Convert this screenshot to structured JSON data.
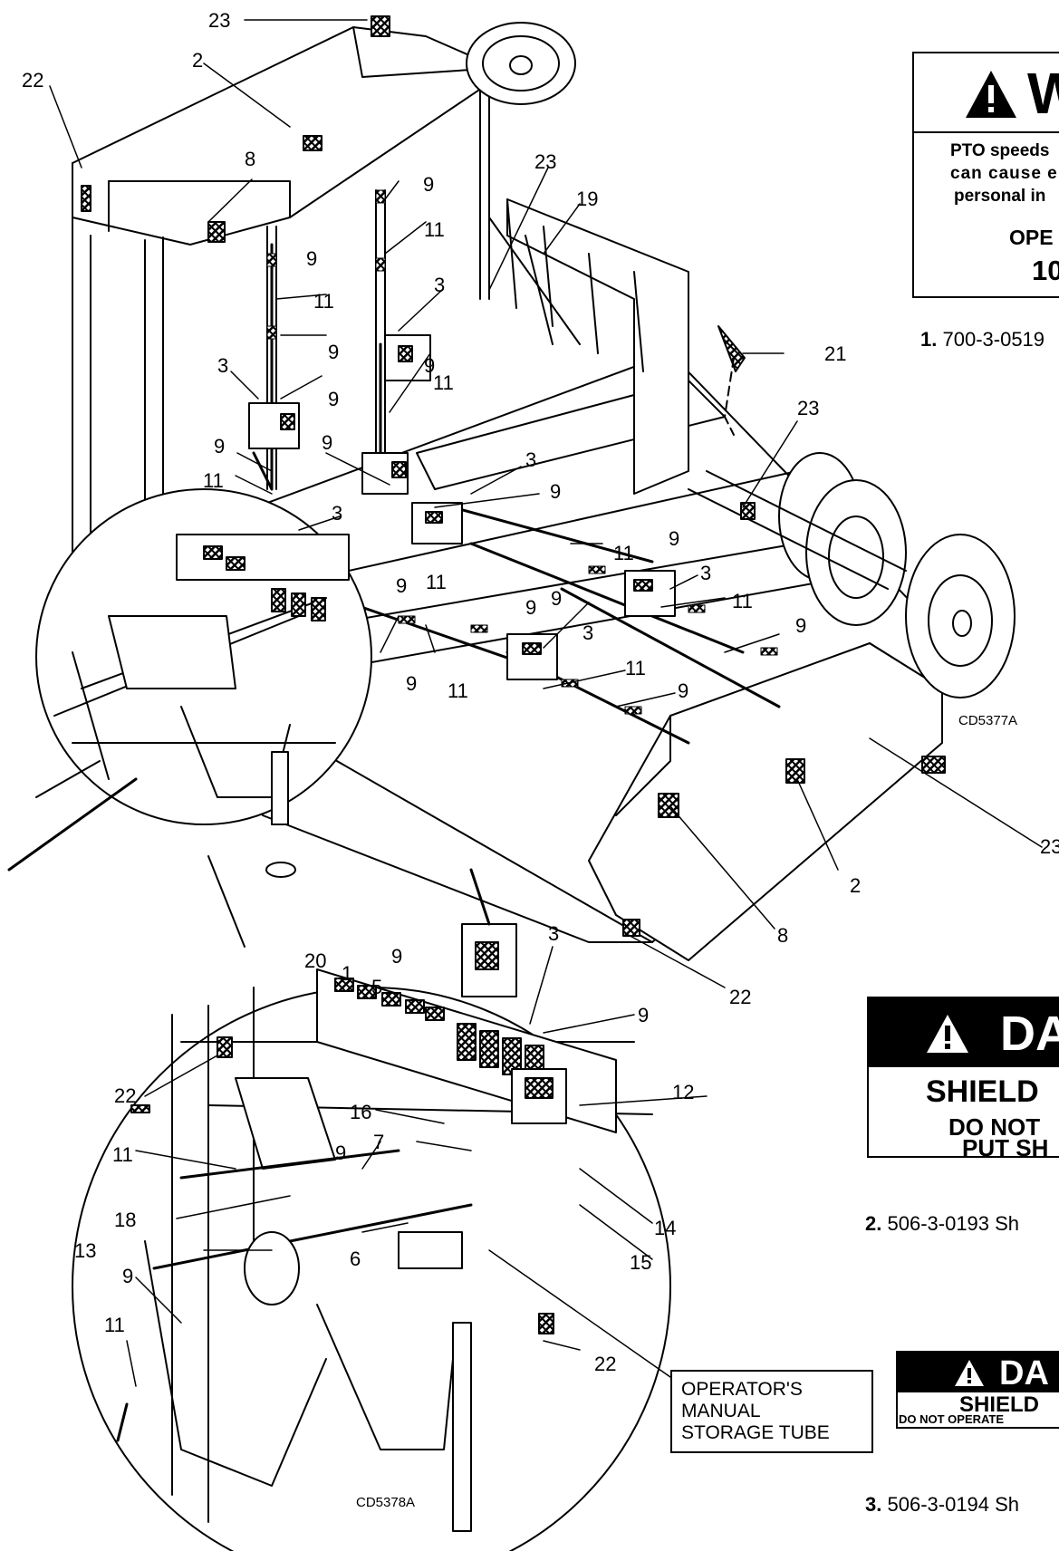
{
  "callouts": {
    "c23_top": "23",
    "c2_top": "2",
    "c22_left": "22",
    "c8_top": "8",
    "c9_a": "9",
    "c11_a": "11",
    "c23_mid": "23",
    "c19": "19",
    "c9_b": "9",
    "c11_b": "11",
    "c3_a": "3",
    "c21": "21",
    "c3_b": "3",
    "c9_c": "9",
    "c9_d": "9",
    "c11_c": "11",
    "c9_e": "9",
    "c23_right": "23",
    "c9_f": "9",
    "c9_g": "9",
    "c11_d": "11",
    "c3_c": "3",
    "c9_h": "9",
    "c3_d": "3",
    "c9_i": "9",
    "c11_e": "11",
    "c9_j": "9",
    "c11_f": "11",
    "c9_k": "9",
    "c9_l": "9",
    "c9_m": "9",
    "c3_e": "3",
    "c11_g": "11",
    "c9_n": "9",
    "c3_f": "3",
    "c11_h": "11",
    "c9_o": "9",
    "c9_p": "9",
    "c11_i": "11",
    "c23_far": "23",
    "c2_low": "2",
    "c8_low": "8",
    "c22_low": "22",
    "c3_det": "3",
    "c20": "20",
    "c1": "1",
    "c5": "5",
    "c9_det_a": "9",
    "c9_det_b": "9",
    "c12": "12",
    "c22_det": "22",
    "c16": "16",
    "c7": "7",
    "c11_det_a": "11",
    "c9_det_c": "9",
    "c14": "14",
    "c18": "18",
    "c13": "13",
    "c6": "6",
    "c15": "15",
    "c9_det_d": "9",
    "c11_det_b": "11",
    "c22_det_b": "22"
  },
  "figure_codes": {
    "main": "CD5377A",
    "detail": "CD5378A"
  },
  "storage_tube_label": [
    "OPERATOR'S",
    "MANUAL",
    "STORAGE TUBE"
  ],
  "decal_1": {
    "header_word": "W",
    "lines": [
      "PTO speeds",
      "can cause e",
      "personal in"
    ],
    "line_ope": "OPE",
    "line_num": "10",
    "caption_num": "1.",
    "caption_text": "700-3-0519"
  },
  "decal_2": {
    "header_word": "DA",
    "line1": "SHIELD",
    "line2": "DO NOT",
    "line3": "PUT SH",
    "caption_num": "2.",
    "caption_text": "506-3-0193  Sh"
  },
  "decal_3": {
    "header_word": "DA",
    "line1": "SHIELD",
    "line2": "DO NOT OPERATE",
    "caption_num": "3.",
    "caption_text": "506-3-0194  Sh"
  },
  "colors": {
    "ink": "#000000",
    "paper": "#ffffff"
  }
}
